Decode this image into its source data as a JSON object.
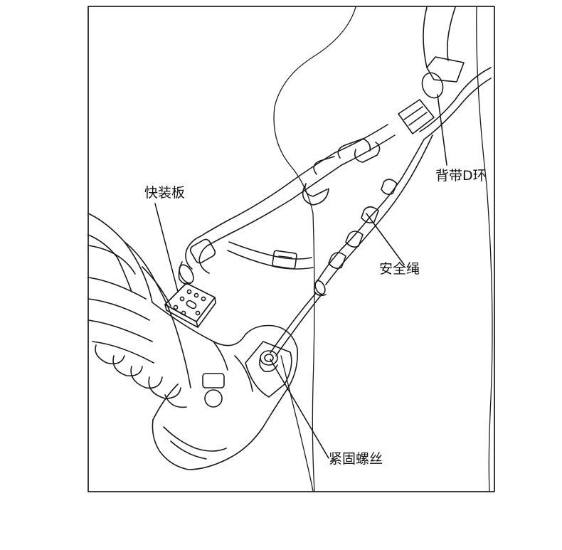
{
  "labels": {
    "quick_release_plate": "快装板",
    "strap_d_ring": "背带D环",
    "safety_rope": "安全绳",
    "fastening_screw": "紧固螺丝"
  },
  "colors": {
    "line": "#1a1a1a",
    "frame": "#222222",
    "background": "#ffffff"
  }
}
